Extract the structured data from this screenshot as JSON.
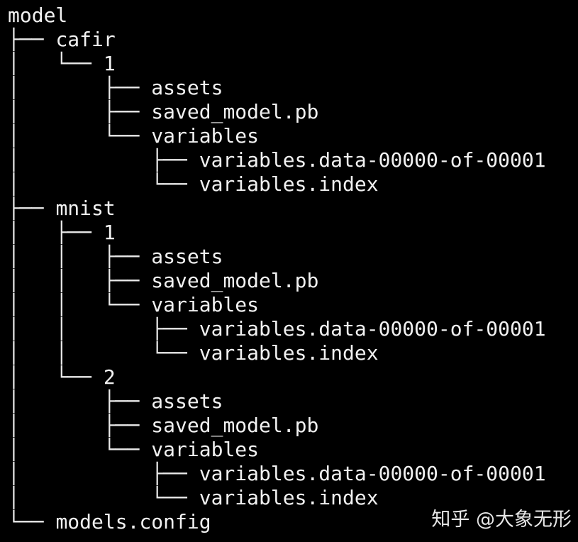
{
  "terminal": {
    "colors": {
      "background": "#000000",
      "text": "#f1f1f1"
    },
    "tree": {
      "lines": [
        {
          "prefix": "",
          "name": "model"
        },
        {
          "prefix": "├── ",
          "name": "cafir"
        },
        {
          "prefix": "│   └── ",
          "name": "1"
        },
        {
          "prefix": "│       ├── ",
          "name": "assets"
        },
        {
          "prefix": "│       ├── ",
          "name": "saved_model.pb"
        },
        {
          "prefix": "│       └── ",
          "name": "variables"
        },
        {
          "prefix": "│           ├── ",
          "name": "variables.data-00000-of-00001"
        },
        {
          "prefix": "│           └── ",
          "name": "variables.index"
        },
        {
          "prefix": "├── ",
          "name": "mnist"
        },
        {
          "prefix": "│   ├── ",
          "name": "1"
        },
        {
          "prefix": "│   │   ├── ",
          "name": "assets"
        },
        {
          "prefix": "│   │   ├── ",
          "name": "saved_model.pb"
        },
        {
          "prefix": "│   │   └── ",
          "name": "variables"
        },
        {
          "prefix": "│   │       ├── ",
          "name": "variables.data-00000-of-00001"
        },
        {
          "prefix": "│   │       └── ",
          "name": "variables.index"
        },
        {
          "prefix": "│   └── ",
          "name": "2"
        },
        {
          "prefix": "│       ├── ",
          "name": "assets"
        },
        {
          "prefix": "│       ├── ",
          "name": "saved_model.pb"
        },
        {
          "prefix": "│       └── ",
          "name": "variables"
        },
        {
          "prefix": "│           ├── ",
          "name": "variables.data-00000-of-00001"
        },
        {
          "prefix": "│           └── ",
          "name": "variables.index"
        },
        {
          "prefix": "└── ",
          "name": "models.config"
        }
      ]
    }
  },
  "watermark": {
    "text": "知乎 @大象无形",
    "color": "#e6e6e6"
  }
}
